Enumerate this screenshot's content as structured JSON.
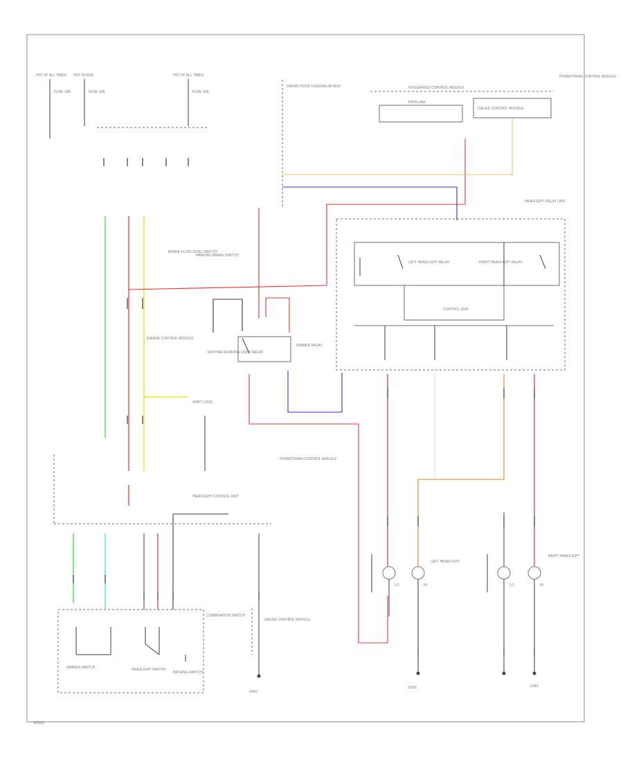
{
  "title_block_id": "W0000",
  "labels": {
    "hot_at_all_times_1": "HOT AT ALL TIMES",
    "hot_in_run": "HOT IN RUN",
    "hot_at_all_times_2": "HOT AT ALL TIMES",
    "fuse_a": "FUSE 10A",
    "fuse_b": "FUSE 10A",
    "fuse_c": "FUSE 15A",
    "junction_box": "UNDER HOOD FUSE/RELAY BOX",
    "icm": "INTEGRATED CONTROL MODULE",
    "pcm": "POWERTRAIN CONTROL MODULE",
    "data_link": "DATA LINK",
    "gauge_ctrl": "GAUGE CONTROL MODULE",
    "ecm": "ENGINE CONTROL MODULE",
    "left_relay": "LEFT HEADLIGHT RELAY",
    "right_relay": "RIGHT HEADLIGHT RELAY",
    "headlight_relay_unit": "HEADLIGHT RELAY UNIT",
    "control_unit": "CONTROL UNIT",
    "daytime_relay": "DAYTIME RUNNING LIGHT RELAY",
    "dimmer_relay": "DIMMER RELAY",
    "headlight_control": "HEADLIGHT CONTROL UNIT",
    "combination_switch": "COMBINATION SWITCH",
    "dimmer_switch": "DIMMER SWITCH",
    "headlight_switch": "HEADLIGHT SWITCH",
    "passing_switch": "PASSING SWITCH",
    "left_headlight": "LEFT HEADLIGHT",
    "right_headlight": "RIGHT HEADLIGHT",
    "ground_1": "G401",
    "ground_2": "G201",
    "ground_3": "G301",
    "hi": "HI",
    "lo": "LO",
    "brake_fluid": "BRAKE FLUID LEVEL SWITCH",
    "parking_brake": "PARKING BRAKE SWITCH",
    "shift_lever": "SHIFT LOCK"
  },
  "wire_colors": {
    "red": "#ee3030",
    "green": "#2fe02f",
    "yellow": "#e6d800",
    "blue": "#2b2bf0",
    "orange": "#f07d1a",
    "cyan": "#35e0e0",
    "black": "#333333",
    "tan": "#e8c070"
  }
}
